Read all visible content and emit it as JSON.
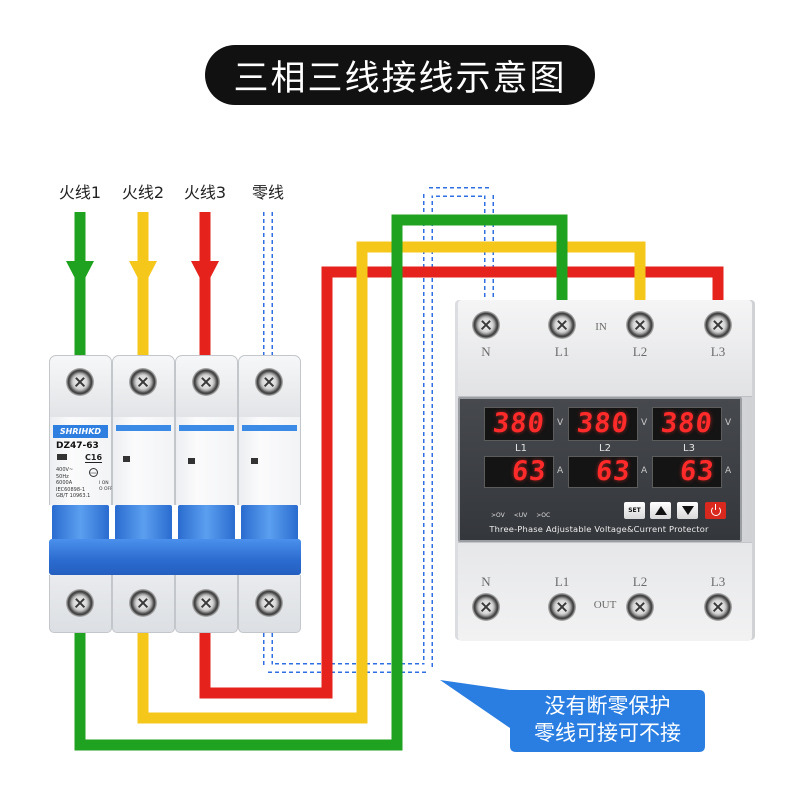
{
  "title": "三相三线接线示意图",
  "inputs": {
    "labels": [
      "火线1",
      "火线2",
      "火线3",
      "零线"
    ]
  },
  "colors": {
    "phase_1": "#1fa21f",
    "phase_2": "#f5c71a",
    "phase_3": "#e5221c",
    "neutral": "#2f6fe0",
    "callout": "#2a7ee2"
  },
  "icons": {
    "flow_arrow": "arrow-down-icon",
    "up_button": "triangle-up-icon",
    "down_button": "triangle-down-icon",
    "power_button": "power-icon"
  },
  "breaker": {
    "brand": "SHRIHKD",
    "model": "DZ47-63",
    "rating": "C16",
    "specs": [
      "400V~",
      "50Hz",
      "6000A",
      "IEC60898-1",
      "GB/T 10963.1"
    ],
    "cert_mark": "CCC",
    "switch_states": [
      "I ON",
      "O OFF"
    ]
  },
  "protector": {
    "input_label": "IN",
    "output_label": "OUT",
    "input_terminals": [
      "N",
      "L1",
      "L2",
      "L3"
    ],
    "output_terminals": [
      "N",
      "L1",
      "L2",
      "L3"
    ],
    "voltage": {
      "unit": "V",
      "readings": [
        "380",
        "380",
        "380"
      ]
    },
    "phases": [
      "L1",
      "L2",
      "L3"
    ],
    "current": {
      "unit": "A",
      "readings": [
        "63",
        "63",
        "63"
      ]
    },
    "indicators": [
      ">OV",
      "<UV",
      ">OC"
    ],
    "set_label": "SET",
    "product_name": "Three-Phase Adjustable Voltage&Current Protector"
  },
  "callout": {
    "lines": [
      "没有断零保护",
      "零线可接可不接"
    ]
  }
}
